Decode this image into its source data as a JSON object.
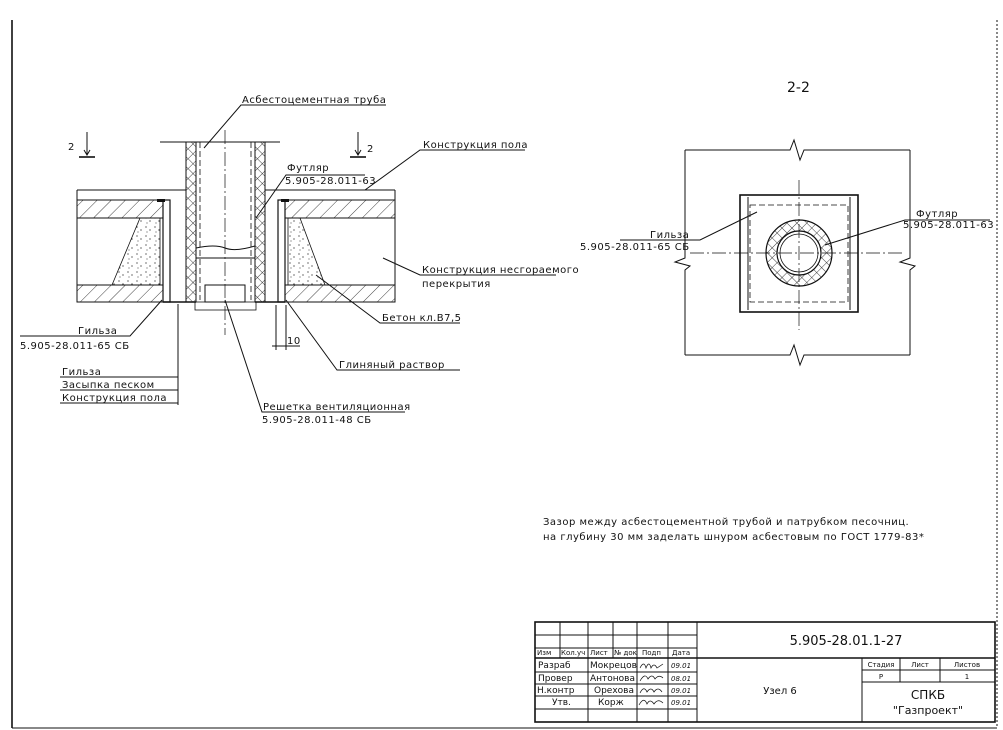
{
  "section_view": {
    "title": "2-2",
    "labels": {
      "gilza": "Гильза",
      "gilza_code": "5.905-28.011-65 СБ",
      "futlyar": "Футляр",
      "futlyar_code": "5.905-28.011-63"
    }
  },
  "main_view": {
    "section_mark": "2",
    "labels": {
      "asbest_pipe": "Асбестоцементная труба",
      "floor_construction": "Конструкция пола",
      "futlyar": "Футляр",
      "futlyar_code": "5.905-28.011-63",
      "noncombustible": "Конструкция несгораемого",
      "noncombustible_2": "перекрытия",
      "concrete": "Бетон кл.В7,5",
      "clay_mortar": "Глиняный раствор",
      "dimension": "10",
      "gilza": "Гильза",
      "gilza_code": "5.905-28.011-65 СБ",
      "grate": "Решетка вентиляционная",
      "grate_code": "5.905-28.011-48 СБ",
      "layers": [
        "Гильза",
        "Засыпка песком",
        "Конструкция пола"
      ]
    }
  },
  "note": {
    "line1": "Зазор между асбестоцементной трубой и патрубком песочниц.",
    "line2": "на глубину 30 мм заделать шнуром асбестовым по ГОСТ 1779-83*"
  },
  "title_block": {
    "doc_number": "5.905-28.01.1-27",
    "headers": [
      "Изм",
      "Кол.уч",
      "Лист",
      "№ док",
      "Подп",
      "Дата"
    ],
    "rows": [
      {
        "role": "Разраб",
        "name": "Мокрецов",
        "date": "09.01"
      },
      {
        "role": "Провер",
        "name": "Антонова",
        "date": "08.01"
      },
      {
        "role": "Н.контр",
        "name": "Орехова",
        "date": "09.01"
      },
      {
        "role": "Утв.",
        "name": "Корж",
        "date": "09.01"
      }
    ],
    "item_name": "Узел 6",
    "stage_header": "Стадия",
    "sheet_header": "Лист",
    "sheets_header": "Листов",
    "stage": "Р",
    "sheets": "1",
    "org1": "СПКБ",
    "org2": "\"Газпроект\""
  }
}
